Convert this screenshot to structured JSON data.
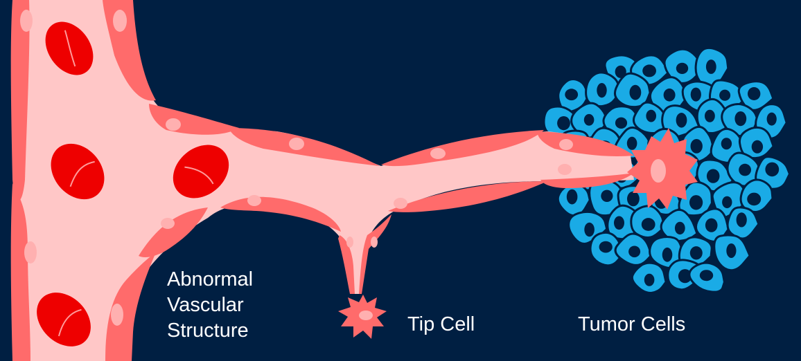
{
  "labels": {
    "vascular": [
      "Abnormal",
      "Vascular",
      "Structure"
    ],
    "tip_cell": "Tip Cell",
    "tumor_cells": "Tumor Cells"
  },
  "colors": {
    "background": "#001f42",
    "vessel_lumen": "#ffc7c7",
    "endothelial": "#ff6b6b",
    "endothelial_nucleus": "#ffb0b0",
    "red_blood_cell": "#ee0000",
    "tumor_cell": "#1aabe6",
    "tumor_nucleus": "#001f42",
    "label_text": "#ffffff"
  }
}
